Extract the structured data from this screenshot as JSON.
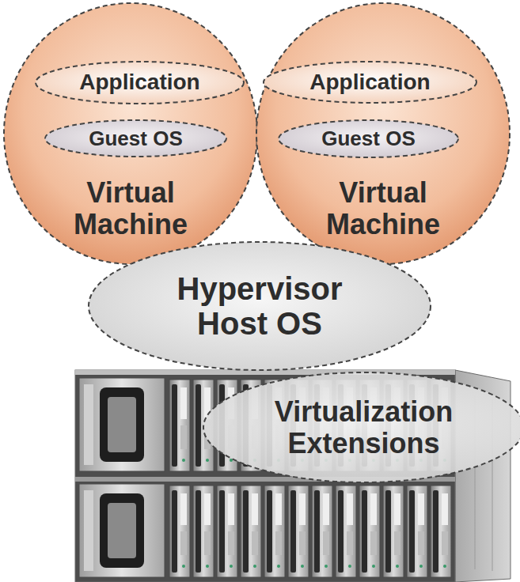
{
  "diagram": {
    "nodes": [
      {
        "text": [
          "Virtual Machine"
        ]
      },
      {
        "text": [
          "Application"
        ],
        "in": 0
      },
      {
        "text": [
          "Guest OS"
        ],
        "in": 0
      },
      {
        "text": [
          "Virtual Machine"
        ]
      },
      {
        "text": [
          "Application"
        ],
        "in": 3
      },
      {
        "text": [
          "Guest OS"
        ],
        "in": 3
      },
      {
        "text": [
          "Hypervisor Host OS"
        ]
      },
      {
        "text": [
          "Virtualization Extensions"
        ]
      }
    ]
  }
}
